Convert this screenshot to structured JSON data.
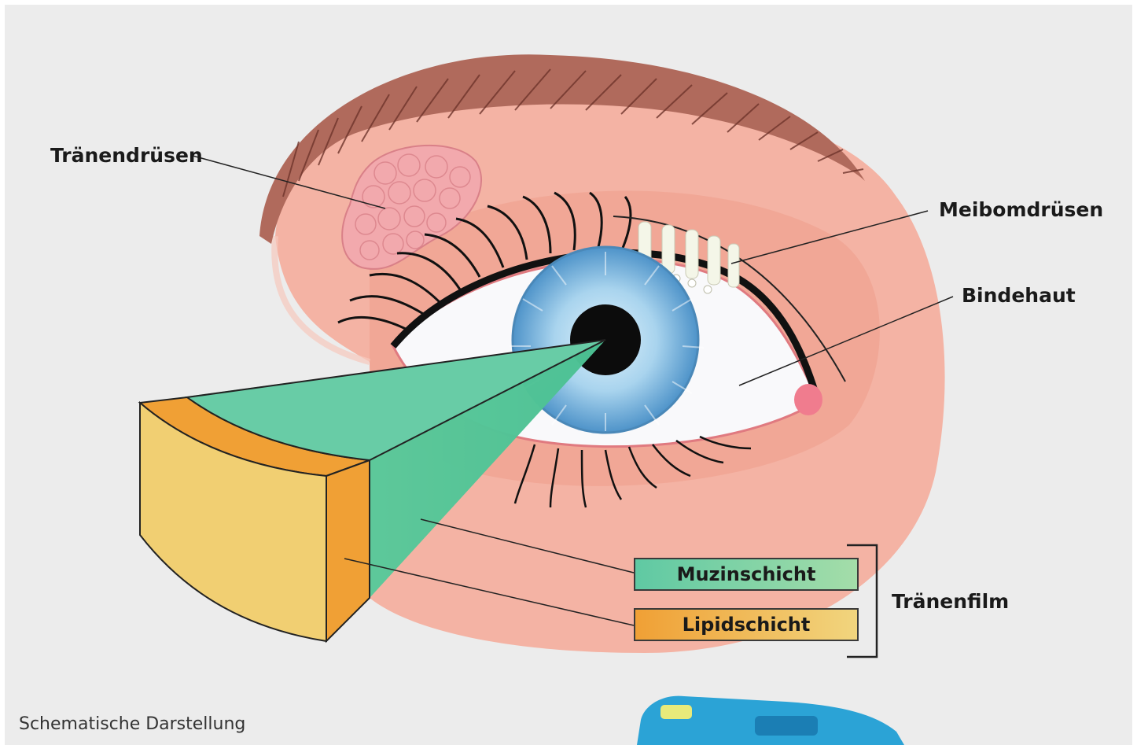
{
  "labels": {
    "traenendruesen": "Tränendrüsen",
    "meibomdruesen": "Meibomdrüsen",
    "bindehaut": "Bindehaut",
    "traenenfilm": "Tränenfilm",
    "muzinschicht": "Muzinschicht",
    "lipidschicht": "Lipidschicht"
  },
  "caption": "Schematische Darstellung",
  "colors": {
    "background": "#ececec",
    "skin": "#f4b3a4",
    "skin_dark": "#ee9d8b",
    "brow": "#8a4b40",
    "iris": "#6fb0dc",
    "pupil": "#0c0c0c",
    "muzin": "#6fd0a8",
    "lipid_orange": "#f0a035",
    "lipid_yellow": "#f1cf72",
    "gland": "#f2a9ad"
  },
  "icons": {
    "device": "eye-drop-applicator"
  }
}
